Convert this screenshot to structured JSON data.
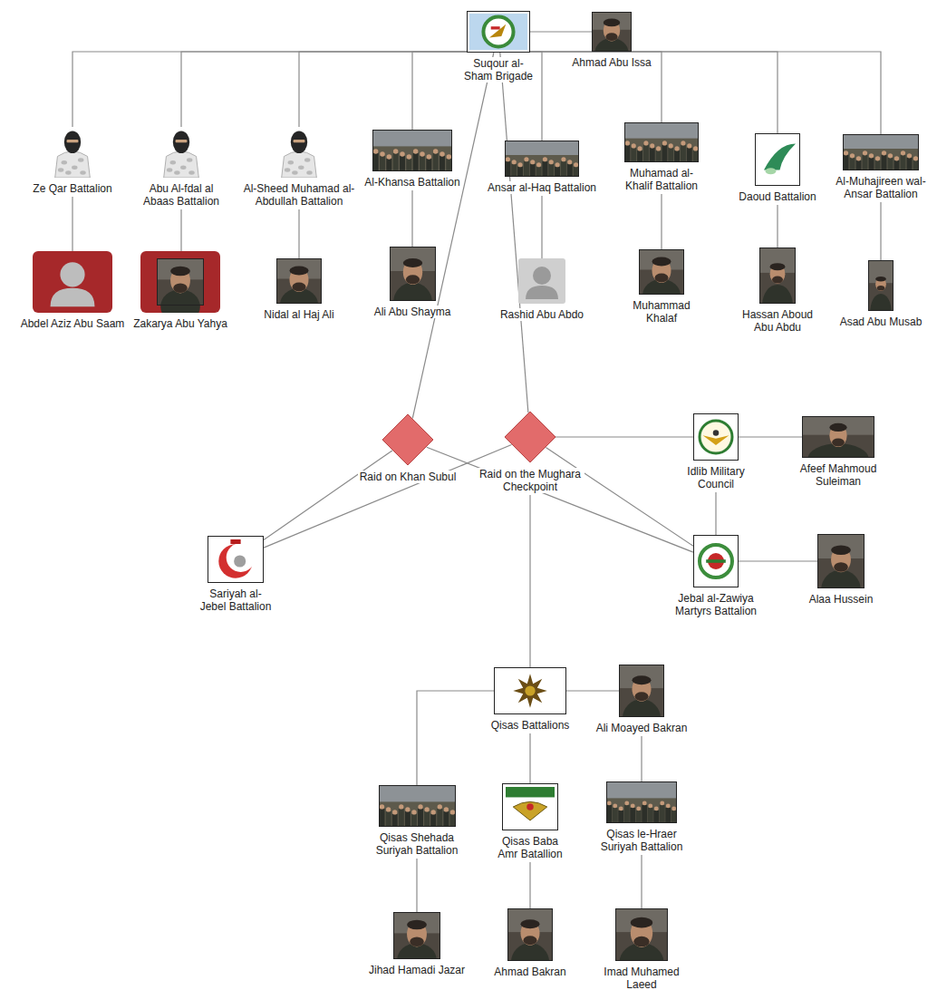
{
  "diagram": {
    "nodes": [
      {
        "text": [
          "Suqour al-Sham Brigade"
        ]
      },
      {
        "text": [
          "Ahmad Abu Issa"
        ]
      },
      {
        "text": [
          "Ze Qar Battalion"
        ]
      },
      {
        "text": [
          "Abu Al-fdal al Abaas Battalion"
        ]
      },
      {
        "text": [
          "Al-Sheed Muhamad al-Abdullah Battalion"
        ]
      },
      {
        "text": [
          "Al-Khansa Battalion"
        ]
      },
      {
        "text": [
          "Ansar al-Haq Battalion"
        ]
      },
      {
        "text": [
          "Muhamad al-Khalif Battalion"
        ]
      },
      {
        "text": [
          "Daoud Battalion"
        ]
      },
      {
        "text": [
          "Al-Muhajireen wal-Ansar Battalion"
        ]
      },
      {
        "text": [
          "Abdel Aziz Abu Saam"
        ]
      },
      {
        "text": [
          "Zakarya Abu Yahya"
        ]
      },
      {
        "text": [
          "Nidal al Haj Ali"
        ]
      },
      {
        "text": [
          "Ali Abu Shayma"
        ]
      },
      {
        "text": [
          "Rashid Abu Abdo"
        ]
      },
      {
        "text": [
          "Muhammad Khalaf"
        ]
      },
      {
        "text": [
          "Hassan Aboud Abu Abdu"
        ]
      },
      {
        "text": [
          "Asad Abu Musab"
        ]
      },
      {
        "text": [
          "Raid on Khan Subul"
        ]
      },
      {
        "text": [
          "Raid on the Mughara Checkpoint"
        ]
      },
      {
        "text": [
          "Idlib Military Council"
        ]
      },
      {
        "text": [
          "Afeef Mahmoud Suleiman"
        ]
      },
      {
        "text": [
          "Sariyah al-Jebel Battalion"
        ]
      },
      {
        "text": [
          "Jebal al-Zawiya Martyrs Battalion"
        ]
      },
      {
        "text": [
          "Alaa Hussein"
        ]
      },
      {
        "text": [
          "Qisas Battalions"
        ]
      },
      {
        "text": [
          "Ali Moayed Bakran"
        ]
      },
      {
        "text": [
          "Qisas Shehada Suriyah Battalion"
        ]
      },
      {
        "text": [
          "Qisas Baba Amr Batallion"
        ]
      },
      {
        "text": [
          "Qisas le-Hraer Suriyah Battalion"
        ]
      },
      {
        "text": [
          "Jihad Hamadi Jazar"
        ]
      },
      {
        "text": [
          "Ahmad Bakran"
        ]
      },
      {
        "text": [
          "Imad Muhamed Laeed"
        ]
      }
    ],
    "edges": [
      {
        "from": 0,
        "to": 1,
        "arrow": "none"
      },
      {
        "from": 0,
        "to": 2,
        "arrow": "none"
      },
      {
        "from": 0,
        "to": 3,
        "arrow": "none"
      },
      {
        "from": 0,
        "to": 4,
        "arrow": "none"
      },
      {
        "from": 0,
        "to": 5,
        "arrow": "none"
      },
      {
        "from": 0,
        "to": 6,
        "arrow": "none"
      },
      {
        "from": 0,
        "to": 7,
        "arrow": "none"
      },
      {
        "from": 0,
        "to": 8,
        "arrow": "none"
      },
      {
        "from": 0,
        "to": 9,
        "arrow": "none"
      },
      {
        "from": 2,
        "to": 10,
        "arrow": "none"
      },
      {
        "from": 3,
        "to": 11,
        "arrow": "none"
      },
      {
        "from": 4,
        "to": 12,
        "arrow": "none"
      },
      {
        "from": 5,
        "to": 13,
        "arrow": "none"
      },
      {
        "from": 6,
        "to": 14,
        "arrow": "none"
      },
      {
        "from": 7,
        "to": 15,
        "arrow": "none"
      },
      {
        "from": 8,
        "to": 16,
        "arrow": "none"
      },
      {
        "from": 9,
        "to": 17,
        "arrow": "none"
      },
      {
        "from": 0,
        "to": 18,
        "arrow": "none"
      },
      {
        "from": 0,
        "to": 19,
        "arrow": "none"
      },
      {
        "from": 18,
        "to": 22,
        "arrow": "none"
      },
      {
        "from": 19,
        "to": 22,
        "arrow": "none"
      },
      {
        "from": 19,
        "to": 20,
        "arrow": "none"
      },
      {
        "from": 20,
        "to": 21,
        "arrow": "none"
      },
      {
        "from": 20,
        "to": 23,
        "arrow": "none"
      },
      {
        "from": 23,
        "to": 24,
        "arrow": "none"
      },
      {
        "from": 18,
        "to": 23,
        "arrow": "none"
      },
      {
        "from": 19,
        "to": 23,
        "arrow": "none"
      },
      {
        "from": 19,
        "to": 25,
        "arrow": "none"
      },
      {
        "from": 25,
        "to": 26,
        "arrow": "none"
      },
      {
        "from": 25,
        "to": 27,
        "arrow": "none"
      },
      {
        "from": 25,
        "to": 28,
        "arrow": "none"
      },
      {
        "from": 26,
        "to": 29,
        "arrow": "none"
      },
      {
        "from": 27,
        "to": 30,
        "arrow": "none"
      },
      {
        "from": 28,
        "to": 31,
        "arrow": "none"
      },
      {
        "from": 29,
        "to": 32,
        "arrow": "none"
      }
    ]
  }
}
